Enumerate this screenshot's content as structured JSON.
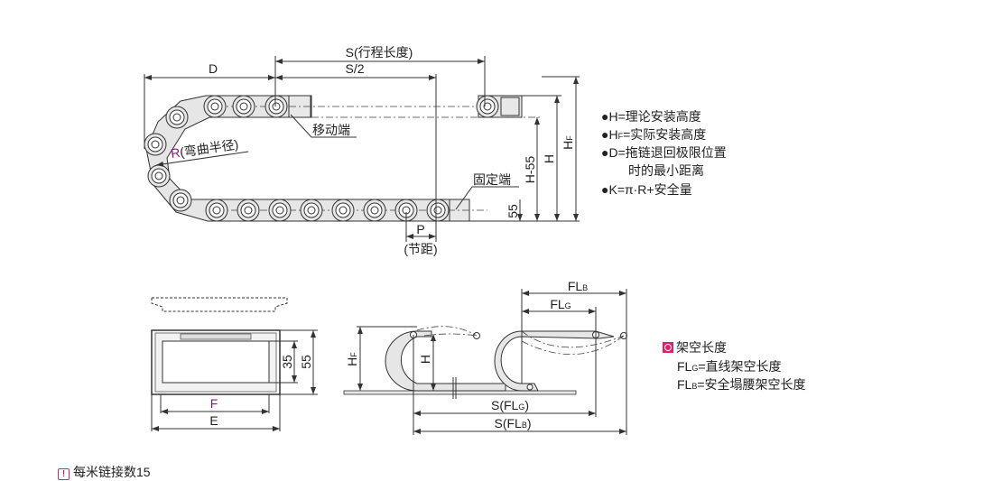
{
  "top_diagram": {
    "stroke_label": "S(行程长度)",
    "half_stroke_label": "S/2",
    "d_label": "D",
    "radius_label_r": "R",
    "radius_label_text": "(弯曲半径)",
    "moving_end": "移动端",
    "fixed_end": "固定端",
    "h55_label": "H-55",
    "h_label": "H",
    "hf_label": {
      "main": "H",
      "sub": "F"
    },
    "dim_55": "55",
    "pitch_label": "P",
    "pitch_text": "(节距)"
  },
  "notes": [
    {
      "bullet": "●",
      "main": "H",
      "sub": "",
      "text": "=理论安装高度"
    },
    {
      "bullet": "●",
      "main": "H",
      "sub": "F",
      "text": "=实际安装高度"
    },
    {
      "bullet": "●",
      "main": "D",
      "sub": "",
      "text": "=拖链退回极限位置"
    },
    {
      "bullet": "",
      "main": "",
      "sub": "",
      "text": "时的最小距离"
    },
    {
      "bullet": "●",
      "main": "K",
      "sub": "",
      "text": "=π·R+安全量"
    }
  ],
  "cross_section": {
    "dim_35": "35",
    "dim_55": "55",
    "f_label": "F",
    "e_label": "E"
  },
  "side_view": {
    "hf_label": {
      "main": "H",
      "sub": "F"
    },
    "h_label": "H",
    "flb_label": {
      "main": "FL",
      "sub": "B"
    },
    "flg_label": {
      "main": "FL",
      "sub": "G"
    },
    "s_flg": {
      "pre": "S(FL",
      "sub": "G",
      "post": ")"
    },
    "s_flb": {
      "pre": "S(FL",
      "sub": "B",
      "post": ")"
    }
  },
  "legend": {
    "title": "架空长度",
    "lines": [
      {
        "main": "FL",
        "sub": "G",
        "text": "=直线架空长度"
      },
      {
        "main": "FL",
        "sub": "B",
        "text": "=安全塌腰架空长度"
      }
    ],
    "accent": "#e0206c"
  },
  "footer_note": {
    "icon": "exclamation-icon",
    "text": "每米链接数15"
  }
}
